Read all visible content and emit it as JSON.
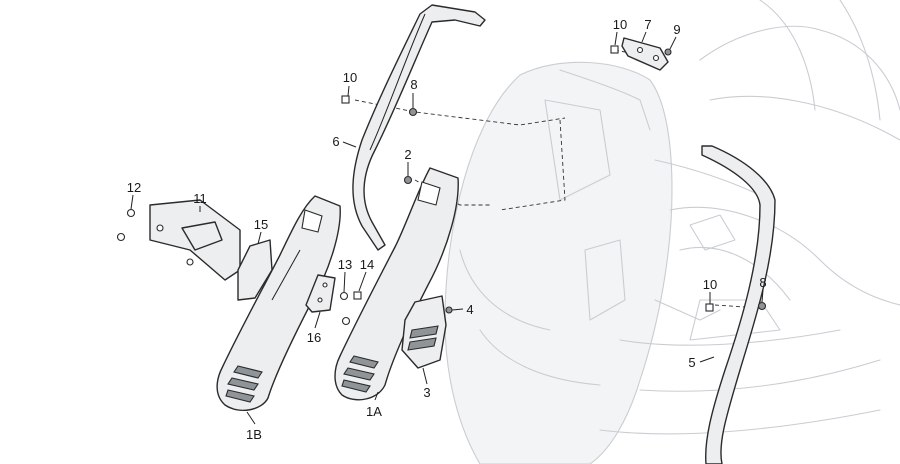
{
  "callouts": {
    "p1A": "1A",
    "p1B": "1B",
    "p2": "2",
    "p3": "3",
    "p4": "4",
    "p5": "5",
    "p6": "6",
    "p7": "7",
    "p8_top": "8",
    "p8_right": "8",
    "p9": "9",
    "p10_top": "10",
    "p10_mid": "10",
    "p10_right": "10",
    "p11": "11",
    "p12": "12",
    "p13": "13",
    "p14": "14",
    "p15": "15",
    "p16": "16"
  },
  "colors": {
    "line": "#2b2b2b",
    "ghost": "#c9cdd2",
    "part_fill": "#eceeef",
    "dark_fill": "#8f9498"
  }
}
